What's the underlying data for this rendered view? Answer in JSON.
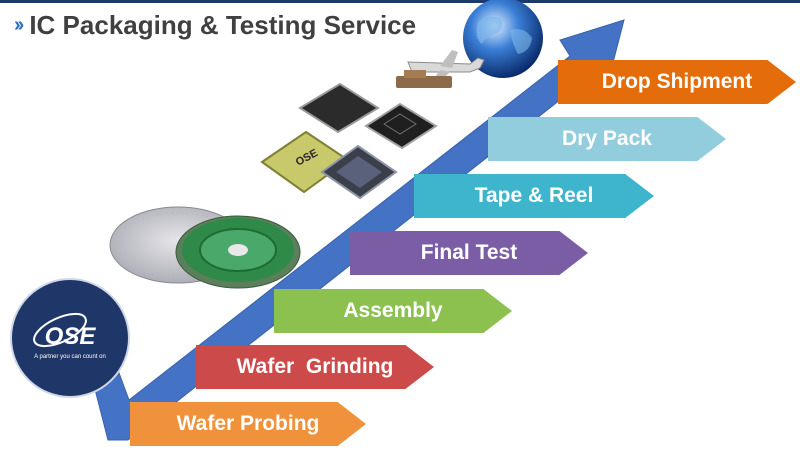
{
  "title": "IC Packaging & Testing Service",
  "title_icon": "double-chevron-right-icon",
  "logo": {
    "text": "OSE",
    "tagline": "A partner you can count on"
  },
  "chip_label": "OSE",
  "stages": [
    {
      "label": "Wafer Probing",
      "color": "#f0913b"
    },
    {
      "label": "Wafer  Grinding",
      "color": "#cc4b4a"
    },
    {
      "label": "Assembly",
      "color": "#8cc04f"
    },
    {
      "label": "Final Test",
      "color": "#7b5da6"
    },
    {
      "label": "Tape & Reel",
      "color": "#3eb5cc"
    },
    {
      "label": "Dry Pack",
      "color": "#92cddd"
    },
    {
      "label": "Drop Shipment",
      "color": "#e46c0a"
    }
  ],
  "colors": {
    "arrow": "#4472c4",
    "title_text": "#404040",
    "logo_bg": "#1f3768"
  }
}
